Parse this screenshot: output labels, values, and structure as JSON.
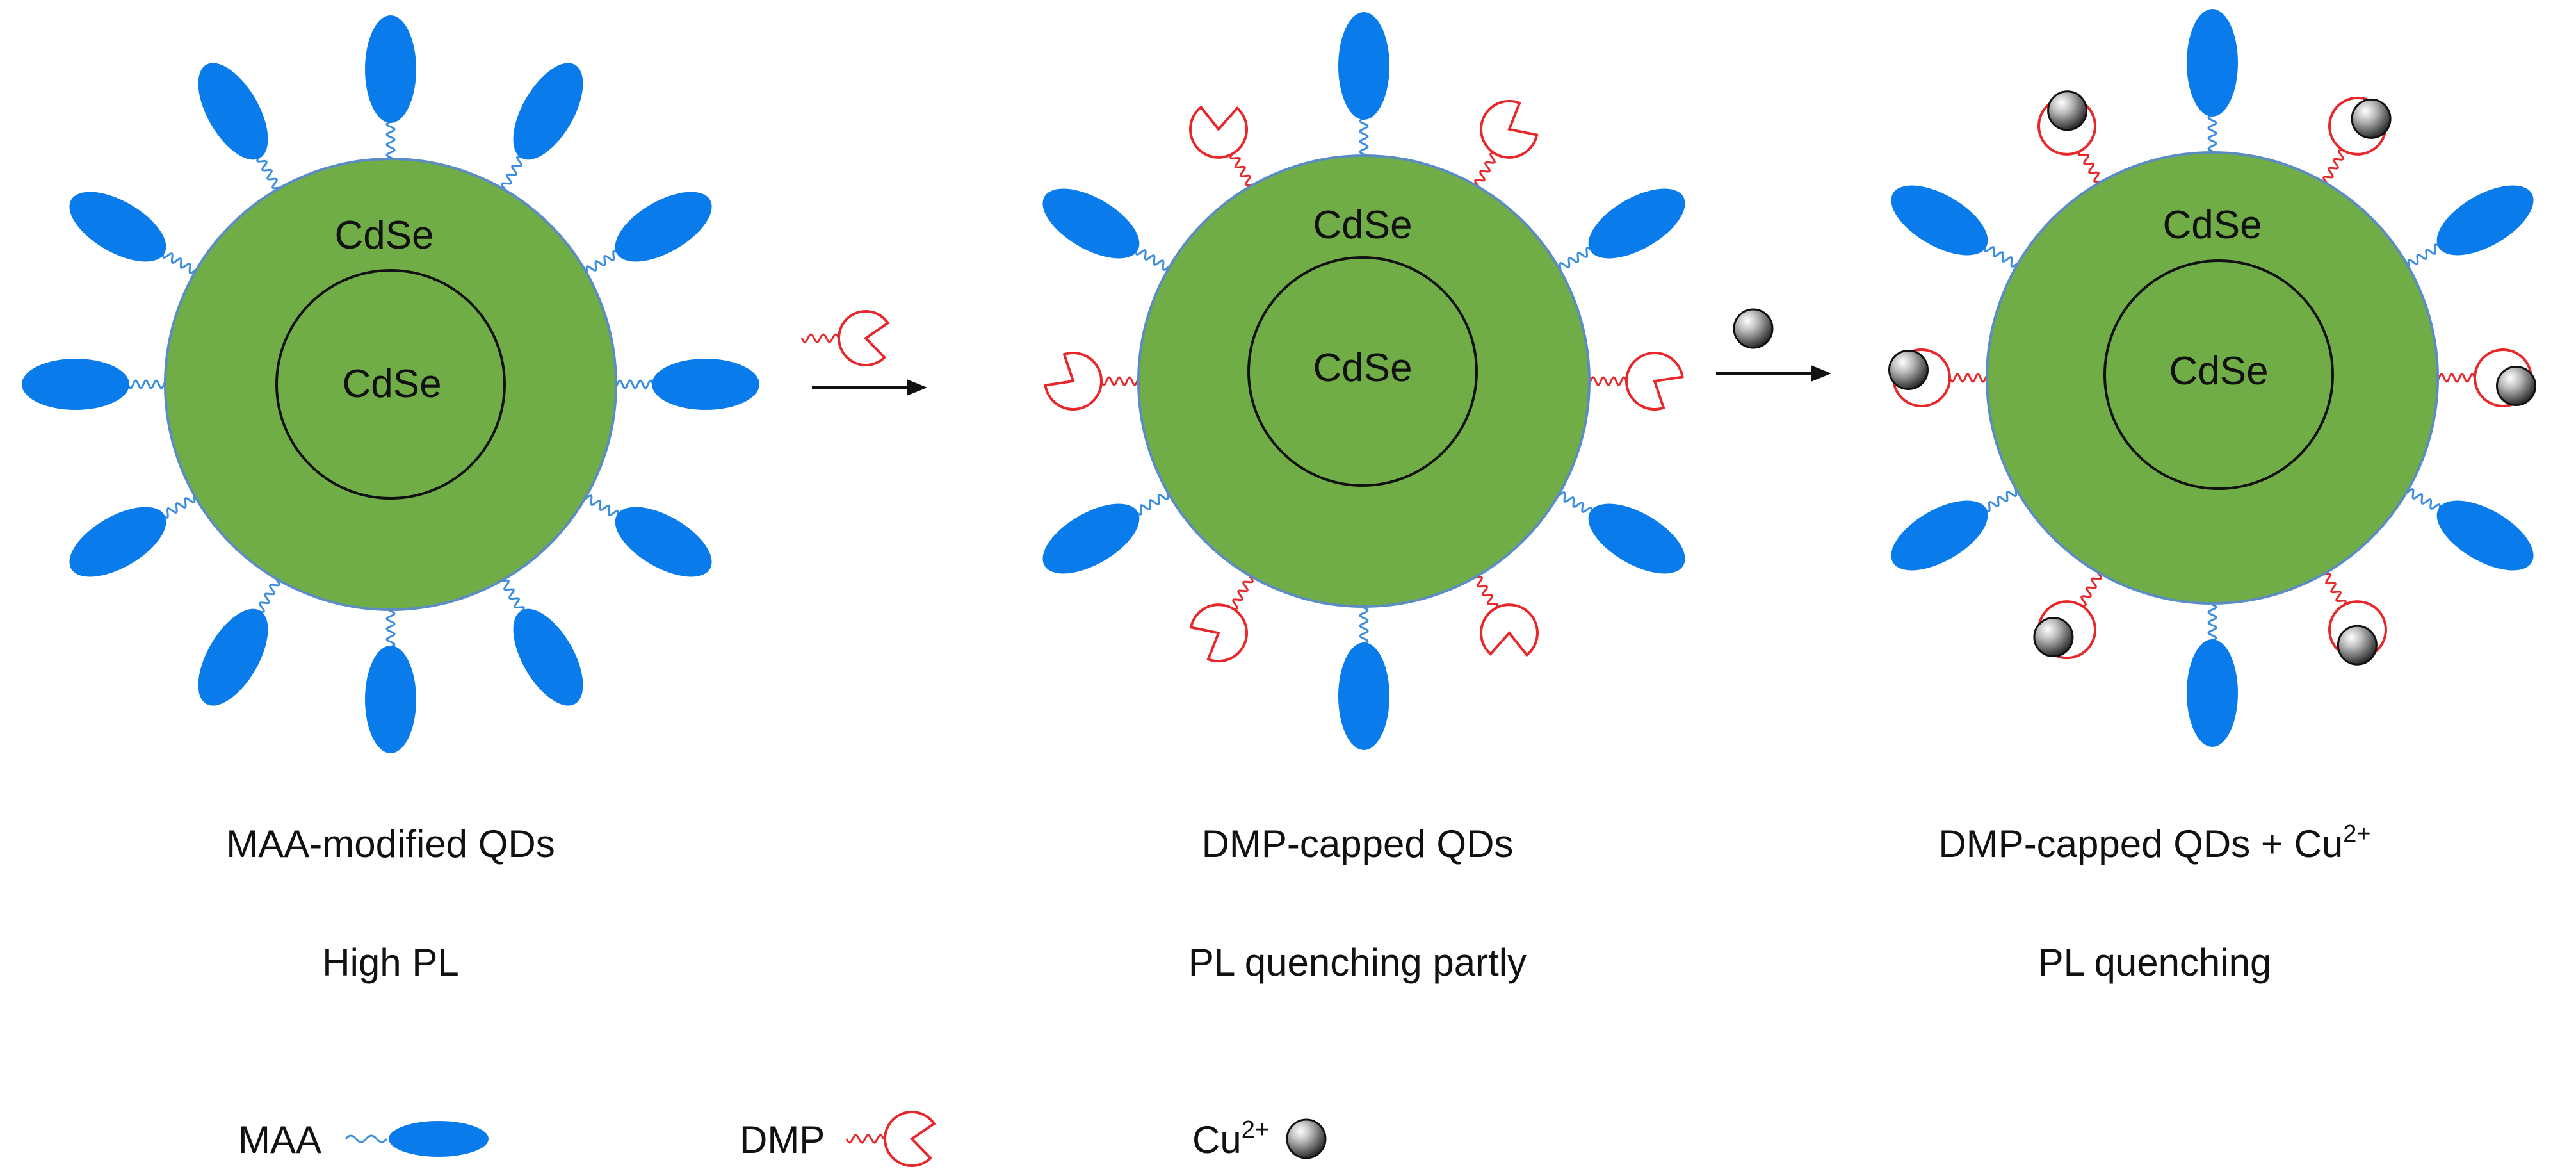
{
  "colors": {
    "shell": "#70AD47",
    "shell_stroke": "#5B8CC2",
    "maa": "#0A7BEA",
    "dmp": "#E8272B",
    "linker_blue": "#3B8DE0",
    "cu": "#8a8a8a"
  },
  "panels": [
    {
      "shell_label": "CdSe",
      "core_label": "CdSe",
      "caption": "MAA-modified QDs",
      "subcaption": "High PL",
      "ligands": [
        "MAA",
        "MAA",
        "MAA",
        "MAA",
        "MAA",
        "MAA",
        "MAA",
        "MAA",
        "MAA",
        "MAA",
        "MAA",
        "MAA"
      ]
    },
    {
      "shell_label": "CdSe",
      "core_label": "CdSe",
      "caption": "DMP-capped QDs",
      "subcaption": "PL quenching partly",
      "ligands": [
        "MAA",
        "DMP",
        "MAA",
        "DMP",
        "MAA",
        "DMP",
        "MAA",
        "DMP",
        "MAA",
        "DMP",
        "MAA",
        "DMP"
      ]
    },
    {
      "shell_label": "CdSe",
      "core_label": "CdSe",
      "caption_main": "DMP-capped QDs + Cu",
      "caption_sup": "2+",
      "subcaption": "PL quenching",
      "ligands": [
        "MAA",
        "DMP+Cu",
        "MAA",
        "DMP+Cu",
        "MAA",
        "DMP+Cu",
        "MAA",
        "DMP+Cu",
        "MAA",
        "DMP+Cu",
        "MAA",
        "DMP+Cu"
      ]
    }
  ],
  "legend": {
    "maa_label": "MAA",
    "dmp_label": "DMP",
    "cu_label": "Cu",
    "cu_sup": "2+"
  }
}
